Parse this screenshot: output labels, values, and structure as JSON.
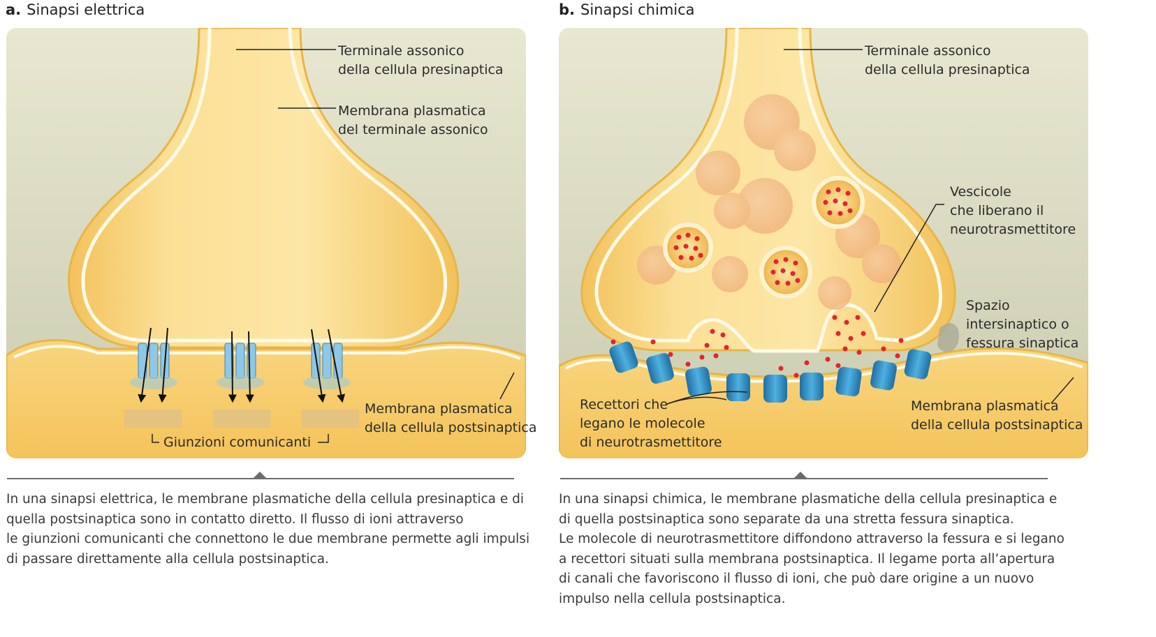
{
  "panel_a": {
    "letter": "a.",
    "title": "Sinapsi elettrica",
    "labels": {
      "terminale_1": "Terminale assonico",
      "terminale_2": "della cellula presinaptica",
      "membrana_term_1": "Membrana plasmatica",
      "membrana_term_2": "del terminale assonico",
      "membrana_post_1": "Membrana plasmatica",
      "membrana_post_2": "della cellula postsinaptica",
      "giunzioni": "Giunzioni comunicanti"
    },
    "caption": [
      "In una sinapsi elettrica, le membrane plasmatiche della cellula presinaptica e di",
      "quella postsinaptica sono in contatto diretto. Il flusso di ioni attraverso",
      "le giunzioni comunicanti che connettono le due membrane permette agli impulsi",
      "di passare direttamente alla cellula postsinaptica."
    ]
  },
  "panel_b": {
    "letter": "b.",
    "title": "Sinapsi chimica",
    "labels": {
      "terminale_1": "Terminale assonico",
      "terminale_2": "della cellula presinaptica",
      "vescicole_1": "Vescicole",
      "vescicole_2": "che liberano il",
      "vescicole_3": "neurotrasmettitore",
      "spazio_1": "Spazio",
      "spazio_2": "intersinaptico o",
      "spazio_3": "fessura sinaptica",
      "recettori_1": "Recettori che",
      "recettori_2": "legano le molecole",
      "recettori_3": "di neurotrasmettitore",
      "membrana_post_1": "Membrana plasmatica",
      "membrana_post_2": "della cellula postsinaptica"
    },
    "caption": [
      "In una sinapsi chimica, le membrane plasmatiche della cellula presinaptica e",
      "di quella postsinaptica sono separate da una stretta fessura sinaptica.",
      "Le molecole di neurotrasmettitore diffondono attraverso la fessura e si legano",
      "a recettori situati sulla membrana postsinaptica. Il legame porta all’apertura",
      "di canali che favoriscono il flusso di ioni, che può dare origine a un nuovo",
      "impulso nella cellula postsinaptica."
    ]
  },
  "colors": {
    "background_top": "#e6e6cf",
    "background_bottom": "#cbcdb0",
    "cell_fill": "#f7d27a",
    "cell_edge": "#e8b547",
    "membrane_white": "#fffbe8",
    "receptor_blue": "#2f8fc4",
    "neurotransmitter_red": "#e2242d"
  }
}
